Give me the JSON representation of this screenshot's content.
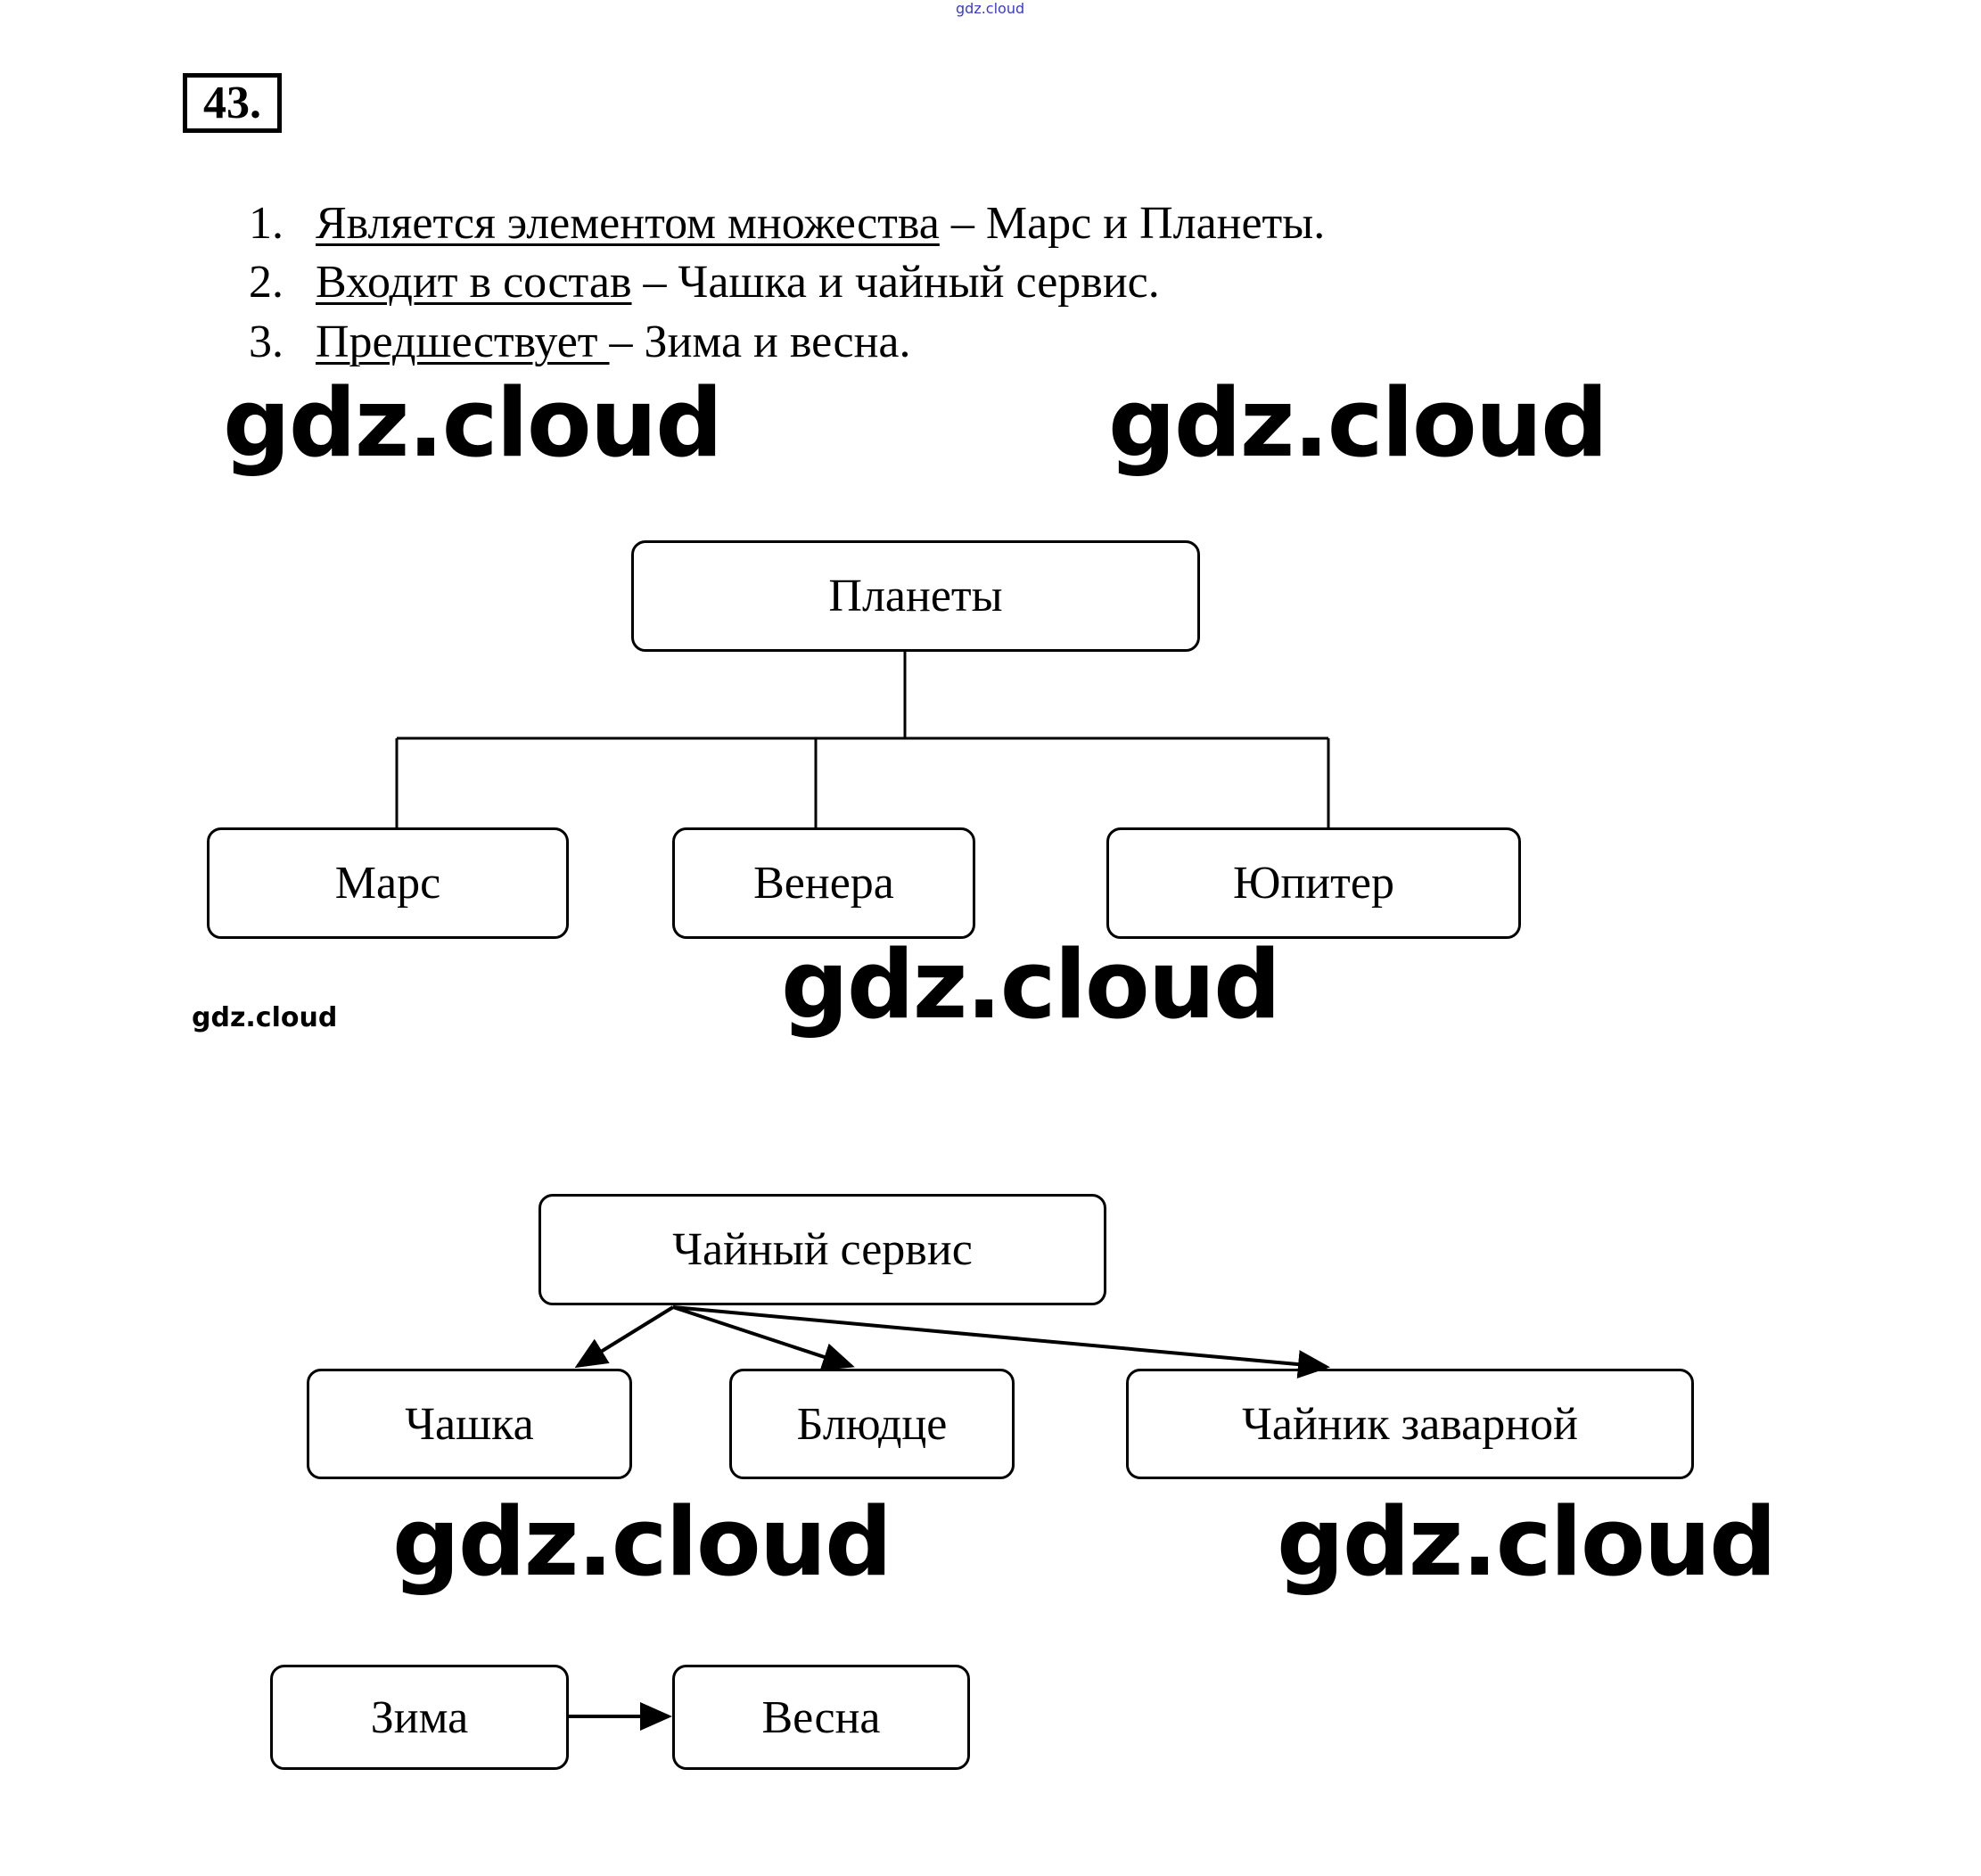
{
  "header": {
    "top_watermark": "gdz.cloud",
    "task_number": "43."
  },
  "relations": [
    {
      "number": "1.",
      "relation": "Является элементом множества",
      "example": " – Марс и Планеты."
    },
    {
      "number": "2.",
      "relation": "Входит в состав",
      "example": " – Чашка и чайный сервис."
    },
    {
      "number": "3.",
      "relation": "Предшествует ",
      "example": "– Зима и весна."
    }
  ],
  "watermarks": {
    "w1": "gdz.cloud",
    "w2": "gdz.cloud",
    "w3": "gdz.cloud",
    "w4": "gdz.cloud",
    "w5": "gdz.cloud",
    "w6": "gdz.cloud"
  },
  "diagram1": {
    "root": "Планеты",
    "children": [
      "Марс",
      "Венера",
      "Юпитер"
    ],
    "relation": "element-of-set"
  },
  "diagram2": {
    "root": "Чайный сервис",
    "children": [
      "Чашка",
      "Блюдце",
      "Чайник заварной"
    ],
    "relation": "part-of"
  },
  "diagram3": {
    "from": "Зима",
    "to": "Весна",
    "relation": "precedes"
  }
}
